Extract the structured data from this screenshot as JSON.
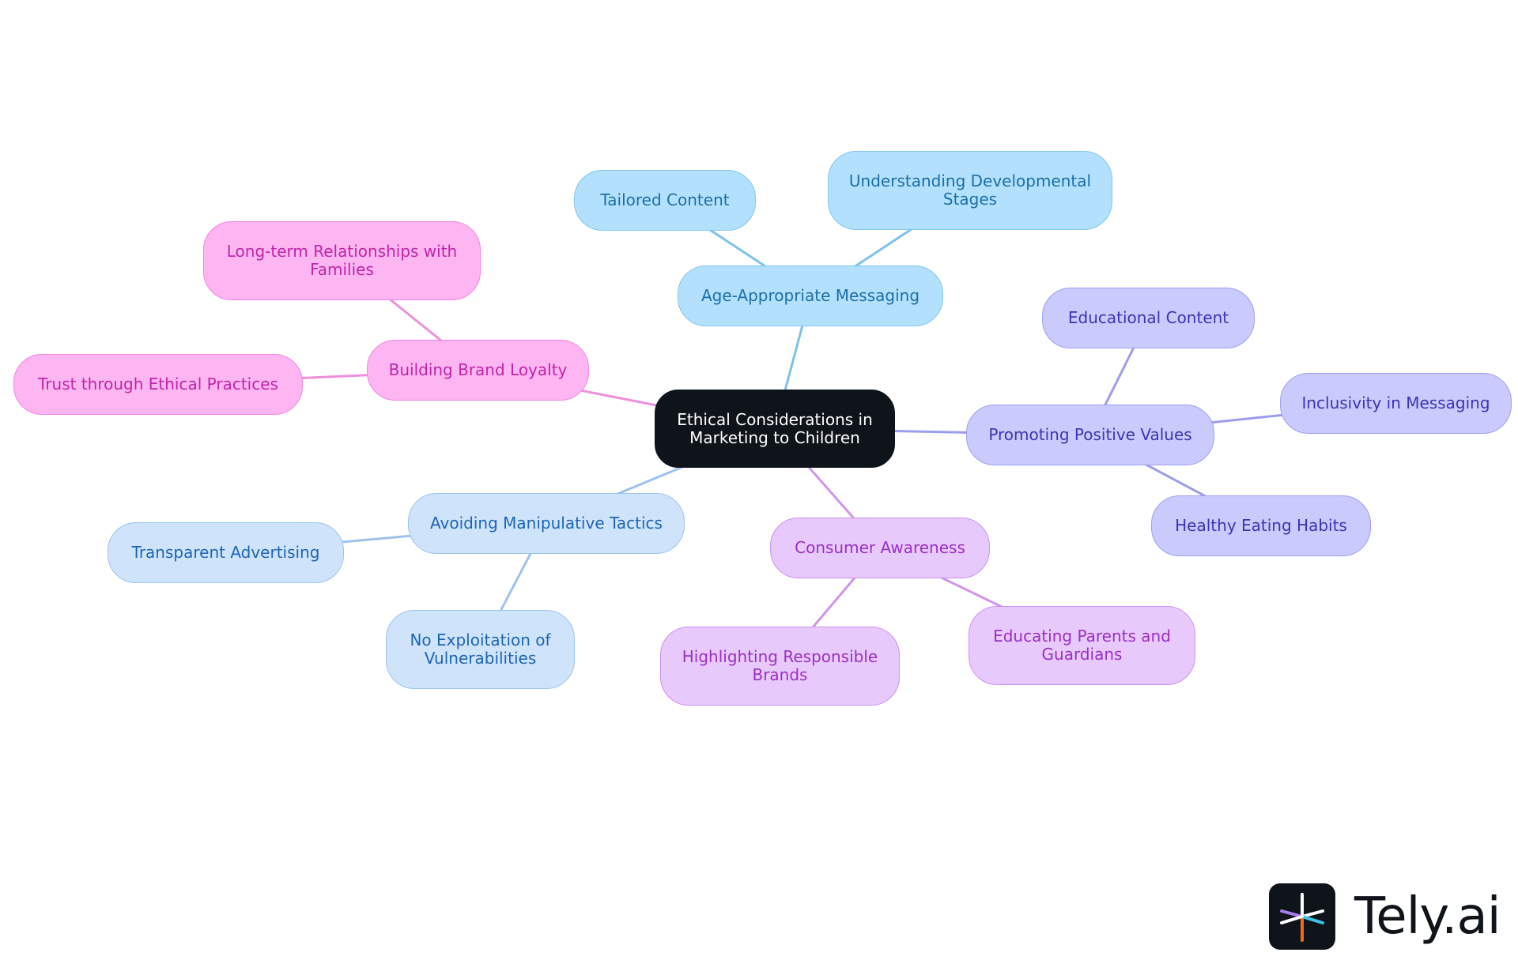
{
  "diagram": {
    "root": {
      "id": "root",
      "label": "Ethical Considerations in\nMarketing to Children"
    },
    "branches": [
      {
        "id": "age",
        "label": "Age-Appropriate Messaging",
        "color": "#7cc2ec",
        "children": [
          {
            "id": "age-tailored",
            "label": "Tailored Content"
          },
          {
            "id": "age-stages",
            "label": "Understanding Developmental\nStages"
          }
        ]
      },
      {
        "id": "loyalty",
        "label": "Building Brand Loyalty",
        "color": "#ef8fdc",
        "children": [
          {
            "id": "loyalty-families",
            "label": "Long-term Relationships with\nFamilies"
          },
          {
            "id": "loyalty-trust",
            "label": "Trust through Ethical Practices"
          }
        ]
      },
      {
        "id": "values",
        "label": "Promoting Positive Values",
        "color": "#9c9cef",
        "children": [
          {
            "id": "values-edu",
            "label": "Educational Content"
          },
          {
            "id": "values-incl",
            "label": "Inclusivity in Messaging"
          },
          {
            "id": "values-eating",
            "label": "Healthy Eating Habits"
          }
        ]
      },
      {
        "id": "avoid",
        "label": "Avoiding Manipulative Tactics",
        "color": "#9dc3ec",
        "children": [
          {
            "id": "avoid-transparent",
            "label": "Transparent Advertising"
          },
          {
            "id": "avoid-exploit",
            "label": "No Exploitation of\nVulnerabilities"
          }
        ]
      },
      {
        "id": "aware",
        "label": "Consumer Awareness",
        "color": "#cf94ee",
        "children": [
          {
            "id": "aware-brands",
            "label": "Highlighting Responsible\nBrands"
          },
          {
            "id": "aware-parents",
            "label": "Educating Parents and\nGuardians"
          }
        ]
      }
    ]
  },
  "logo": {
    "text": "Tely.ai"
  },
  "colors": {
    "root_fill": "#0f141b",
    "age": "#b3e0fd",
    "loyalty": "#fdb6f2",
    "values": "#cacbfc",
    "avoid": "#cfe4fb",
    "aware": "#e8c9fc"
  }
}
